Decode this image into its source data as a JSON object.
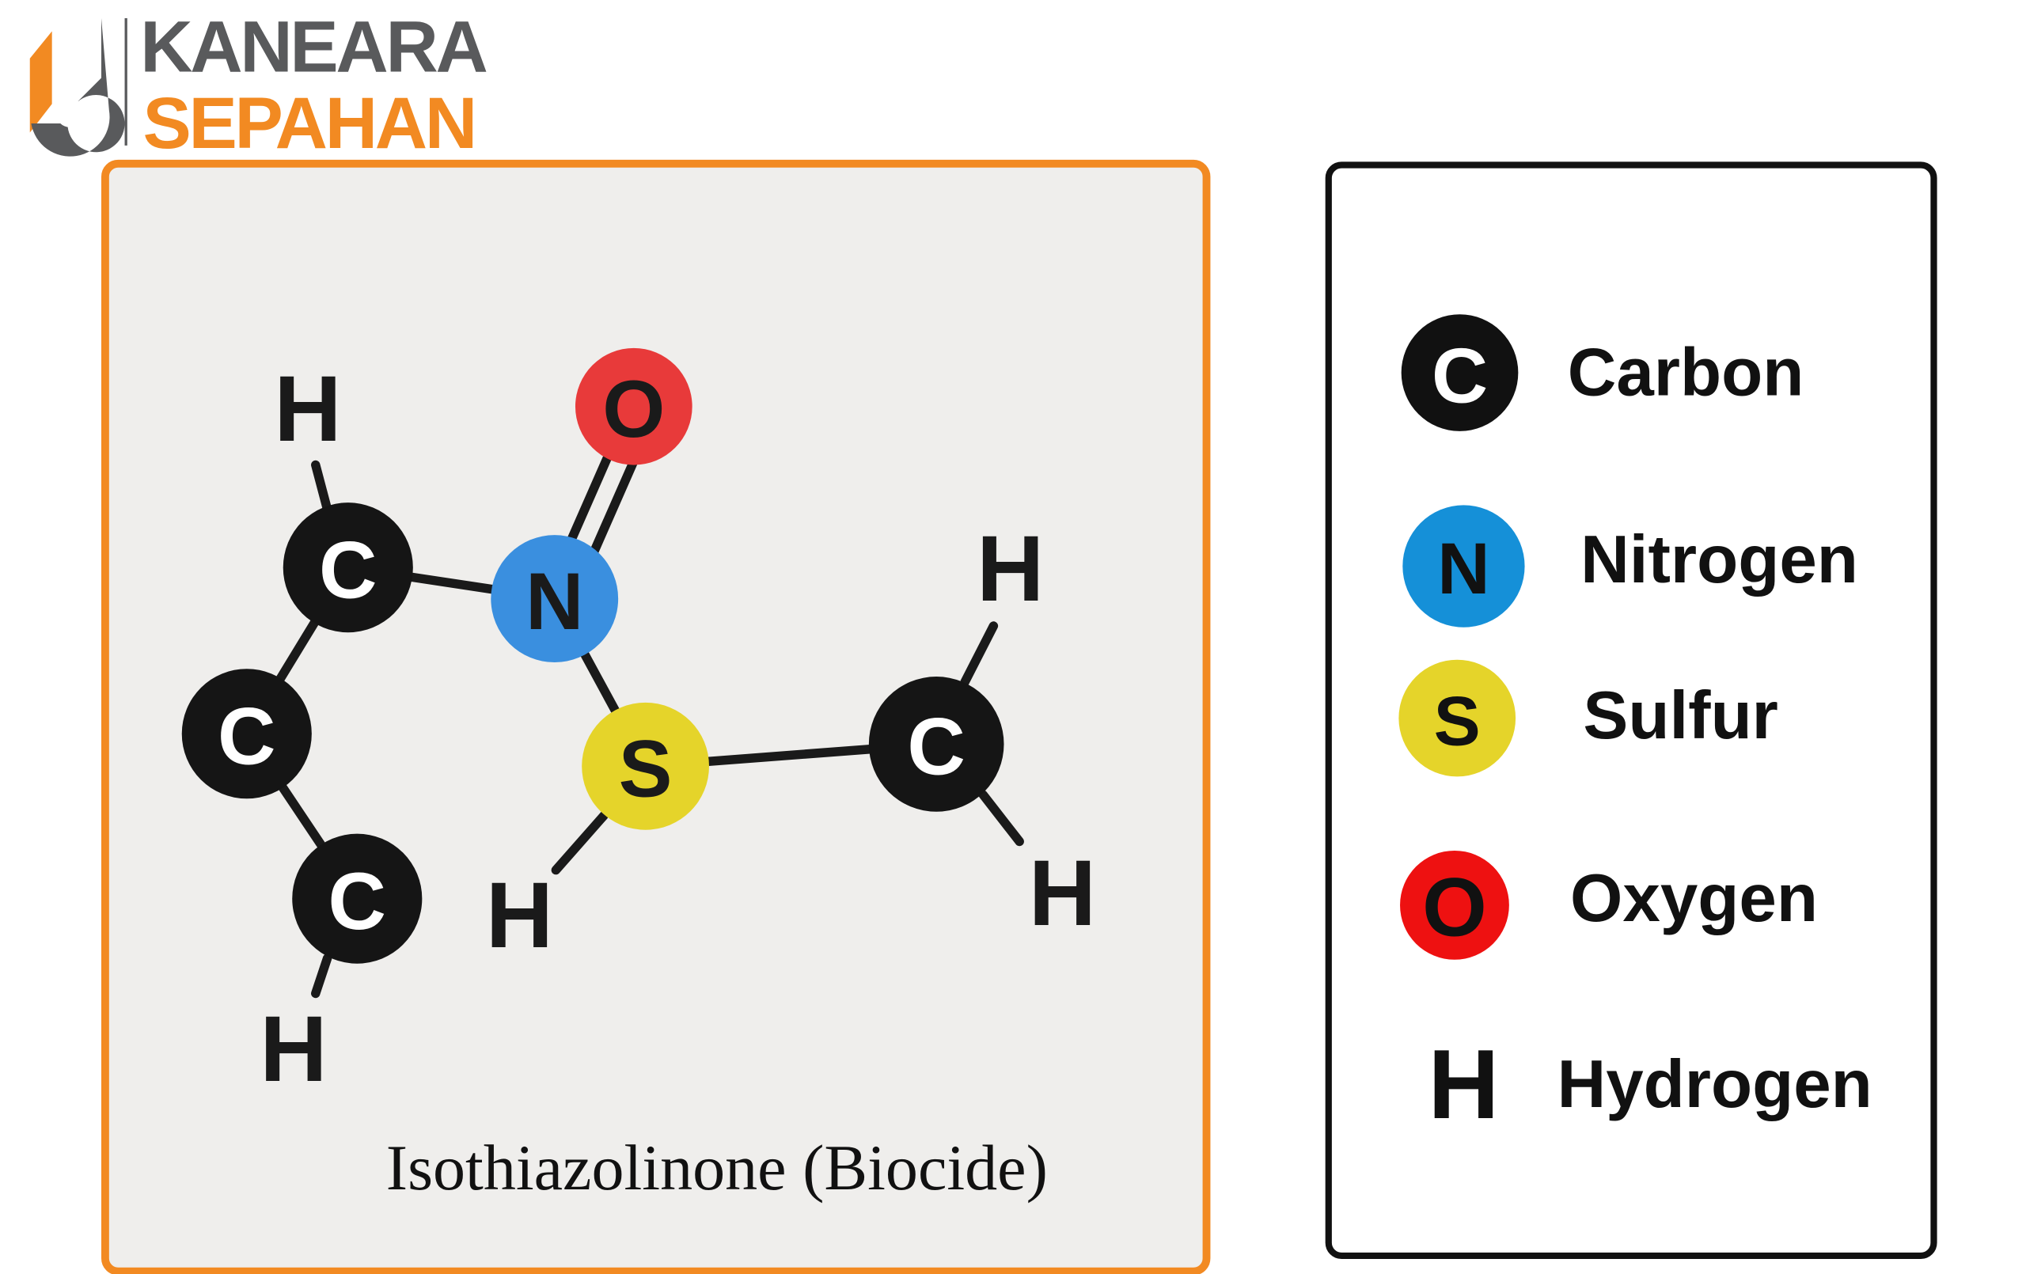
{
  "logo": {
    "line1": "KANEARA",
    "line2": "SEPAHAN"
  },
  "colors": {
    "orange": "#f28a22",
    "gray": "#595a5c",
    "carbon": "#111111",
    "nitrogen": "#3a8fdf",
    "sulfur": "#e5d42a",
    "oxygen": "#e83a3a",
    "panel_bg": "#efeeec"
  },
  "molecule": {
    "caption": "Isothiazolinone (Biocide)",
    "atoms": {
      "o": "O",
      "n": "N",
      "s": "S",
      "c1": "C",
      "c2": "C",
      "c3": "C",
      "c4": "C"
    },
    "hydrogens": [
      "H",
      "H",
      "H",
      "H",
      "H"
    ]
  },
  "legend": {
    "items": [
      {
        "symbol": "C",
        "label": "Carbon"
      },
      {
        "symbol": "N",
        "label": "Nitrogen"
      },
      {
        "symbol": "S",
        "label": "Sulfur"
      },
      {
        "symbol": "O",
        "label": "Oxygen"
      },
      {
        "symbol": "H",
        "label": "Hydrogen"
      }
    ]
  }
}
